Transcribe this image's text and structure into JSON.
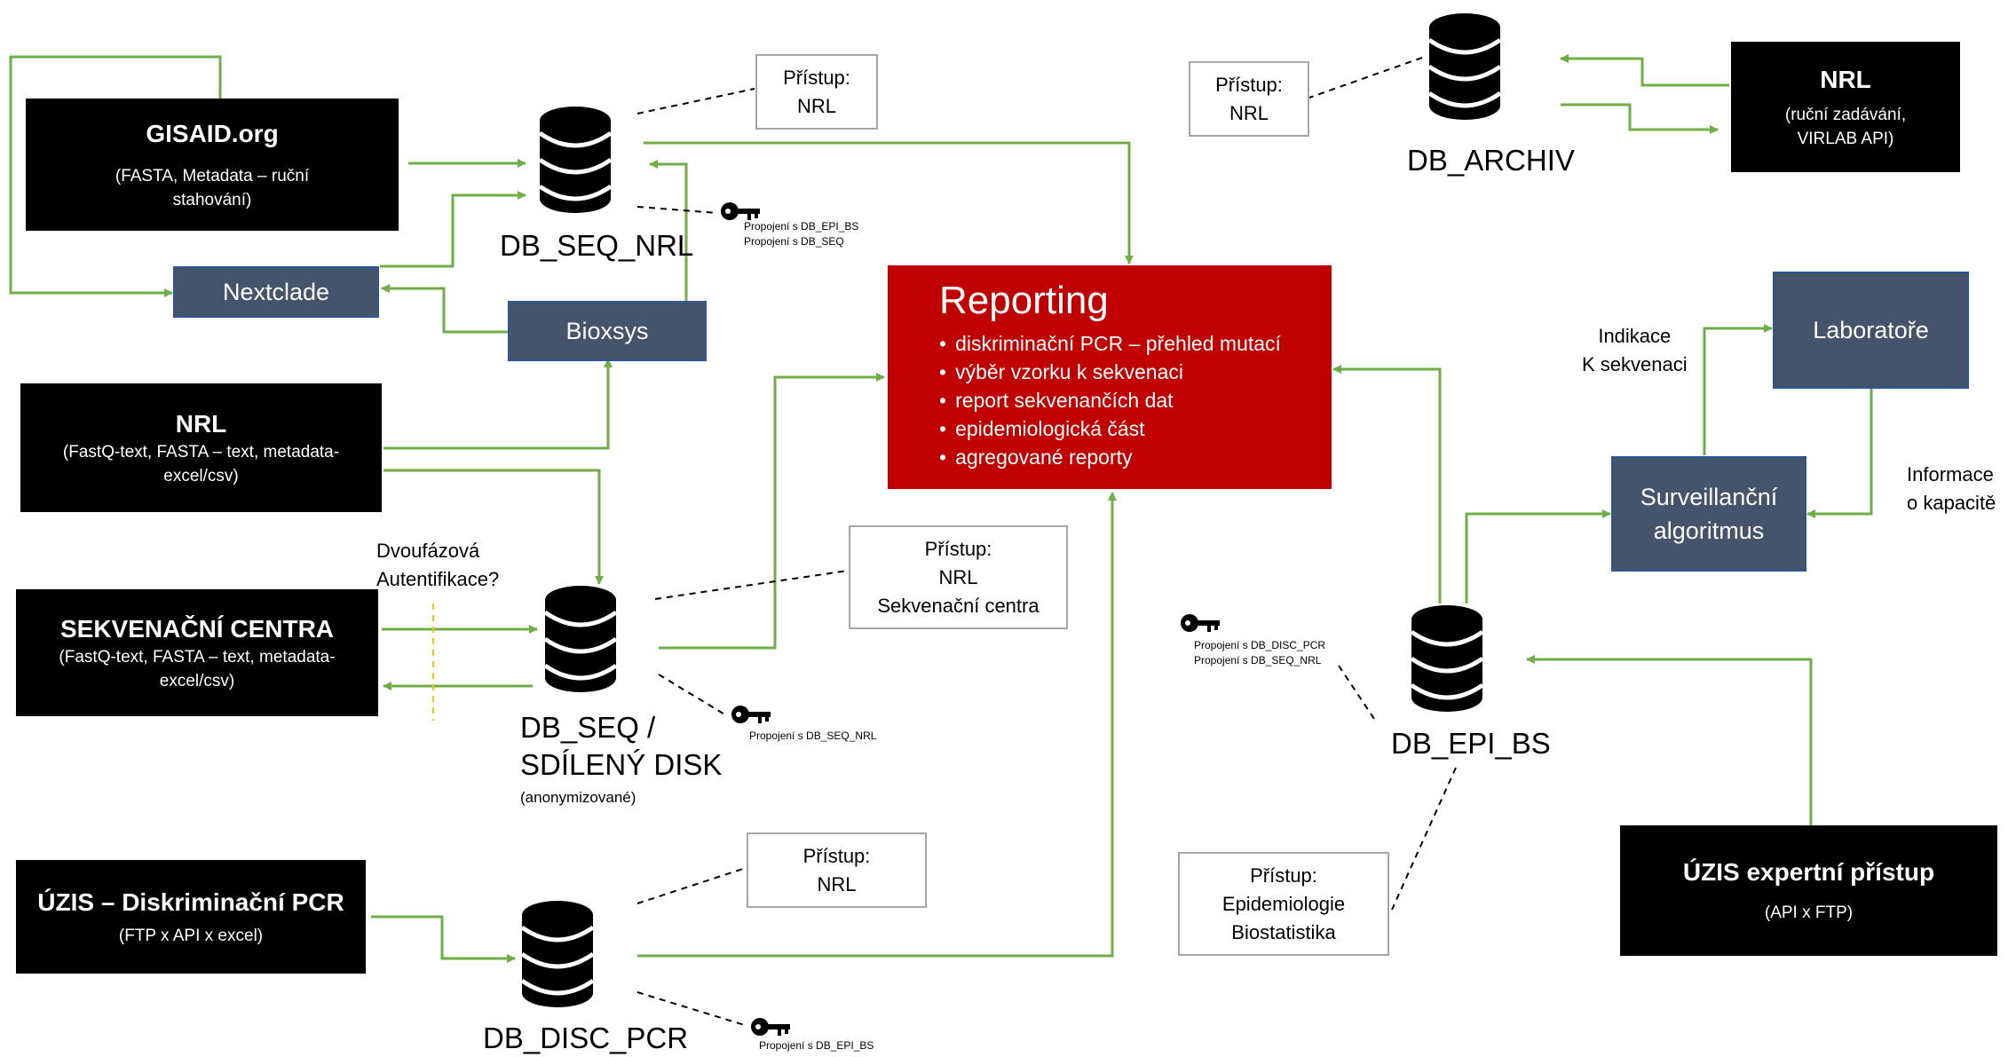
{
  "sources": {
    "gisaid": {
      "title": "GISAID.org",
      "line1": "(FASTA, Metadata – ruční",
      "line2": "stahování)"
    },
    "nrl_left": {
      "title": "NRL",
      "line1": "(FastQ-text, FASTA – text, metadata-",
      "line2": "excel/csv)"
    },
    "sekv": {
      "title": "SEKVENAČNÍ CENTRA",
      "line1": "(FastQ-text, FASTA – text, metadata-",
      "line2": "excel/csv)"
    },
    "uzis_pcr": {
      "title": "ÚZIS – Diskriminační PCR",
      "line1": "(FTP x API x excel)"
    },
    "nrl_right": {
      "title": "NRL",
      "line1": "(ruční zadávání,",
      "line2": "VIRLAB API)"
    },
    "uzis_exp": {
      "title": "ÚZIS expertní přístup",
      "line1": "(API x FTP)"
    }
  },
  "tools": {
    "nextclade": "Nextclade",
    "bioxsys": "Bioxsys",
    "lab": "Laboratoře",
    "surv_line1": "Surveillanční",
    "surv_line2": "algoritmus"
  },
  "databases": {
    "seq_nrl": "DB_SEQ_NRL",
    "seq_line1": "DB_SEQ /",
    "seq_line2": "SDÍLENÝ DISK",
    "seq_note": "(anonymizované)",
    "disc": "DB_DISC_PCR",
    "archiv": "DB_ARCHIV",
    "epi": "DB_EPI_BS"
  },
  "access": {
    "label": "Přístup:",
    "a1": "NRL",
    "a2_line1": "NRL",
    "a2_line2": "Sekvenační centra",
    "a3": "NRL",
    "a4": "NRL",
    "a5_line1": "Epidemiologie",
    "a5_line2": "Biostatistika"
  },
  "links": {
    "seq_nrl_1": "Propojení s DB_EPI_BS",
    "seq_nrl_2": "Propojení s DB_SEQ",
    "seq": "Propojení s DB_SEQ_NRL",
    "disc": "Propojení s DB_EPI_BS",
    "epi_1": "Propojení s DB_DISC_PCR",
    "epi_2": "Propojení s DB_SEQ_NRL"
  },
  "reporting": {
    "title": "Reporting",
    "items": [
      "diskriminační PCR – přehled mutací",
      "výběr vzorku k sekvenaci",
      "report sekvenančích dat",
      "epidemiologická část",
      "agregované reporty"
    ]
  },
  "notes": {
    "two_factor_1": "Dvoufázová",
    "two_factor_2": "Autentifikace?",
    "indikace_1": "Indikace",
    "indikace_2": "K sekvenaci",
    "info_1": "Informace",
    "info_2": "o kapacitě"
  },
  "colors": {
    "arrow": "#70ad47",
    "reporting": "#c00000",
    "tool": "#44546a",
    "source": "#000000"
  }
}
